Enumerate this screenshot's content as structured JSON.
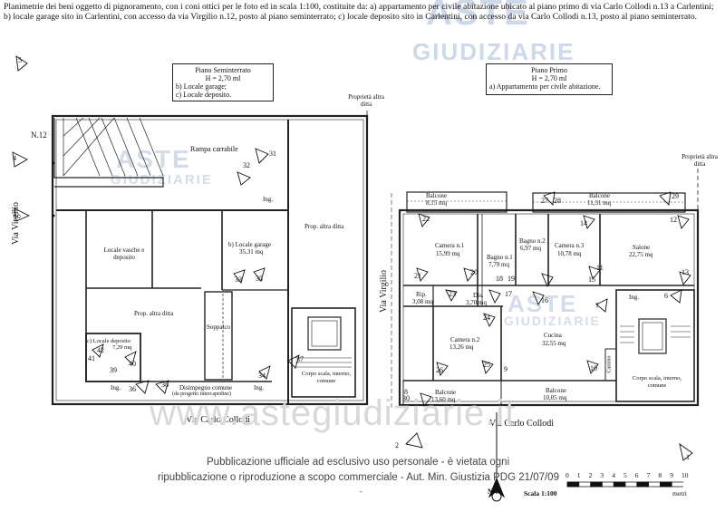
{
  "header": {
    "text": "Planimetrie dei beni oggetto di pignoramento, con i coni ottici per le foto ed in scala 1:100, costituite da: a) appartamento per civile abitazione ubicato al piano primo di via Carlo Collodi n.13 a Carlentini; b) locale garage sito in Carlentini, con accesso da via Virgilio n.12, posto al piano seminterrato; c) locale deposito sito in Carlentini, con accesso da via Carlo Collodi n.13, posto al piano seminterrato."
  },
  "watermark": {
    "aste_top": "ASTE",
    "giudiziarie_top": "GIUDIZIARIE",
    "aste_left": "ASTE",
    "giudiziarie_left": "GIUDIZIARIE",
    "aste_mid": "ASTE",
    "giudiziarie_mid": "GIUDIZIARIE",
    "site": "www.astegiudiziarie.it"
  },
  "footer": {
    "line1": "Pubblicazione ufficiale ad esclusivo uso personale - è vietata ogni",
    "line2": "ripubblicazione o riproduzione a scopo commerciale - Aut. Min. Giustizia PDG 21/07/09",
    "dash": "-"
  },
  "semi": {
    "title": "Piano Seminterrato",
    "height": "H = 2,70 ml",
    "item_b": "b) Locale garage;",
    "item_c": "c) Locale deposito.",
    "ramp": "Rampa carrabile",
    "garage_label": "b) Locale garage",
    "garage_area": "35,31 mq",
    "vasche": "Locale vasche e deposito",
    "prop_altra": "Prop. altra ditta",
    "prop_altra_right": "Prop. altra ditta",
    "soppalco": "Soppalco",
    "deposito_label": "c) Locale deposito",
    "deposito_area": "7,29 mq",
    "disimpegno": "Disimpegno comune",
    "disimpegno_sub": "(da progetto intercapedine)",
    "corpo_scala": "Corpo scala, interno, comune",
    "ing1": "Ing.",
    "ing2": "Ing.",
    "ing3": "Ing.",
    "n12": "N.12",
    "via_virgilio": "Via Virgilio",
    "via_collodi": "Via Carlo Collodi",
    "proprieta": "Proprietà altra ditta"
  },
  "primo": {
    "title": "Piano Primo",
    "height": "H = 2,70 ml",
    "item_a": "a) Appartamento per civile abitazione.",
    "proprieta": "Proprietà altra ditta",
    "balcone_tl": "Balcone",
    "balcone_tl_area": "8,15 mq",
    "balcone_tr": "Balcone",
    "balcone_tr_area": "11,31 mq",
    "camera1": "Camera n.1",
    "camera1_area": "15,99 mq",
    "bagno1": "Bagno n.1",
    "bagno1_area": "7,79 mq",
    "bagno2": "Bagno n.2",
    "bagno2_area": "6,97 mq",
    "camera3": "Camera n.3",
    "camera3_area": "10,78 mq",
    "salone": "Salone",
    "salone_area": "22,75 mq",
    "rip": "Rip.",
    "rip_area": "3,08 mq",
    "dis": "Dis.",
    "dis_area": "3,70 mq",
    "camera2": "Camera n.2",
    "camera2_area": "13,26 mq",
    "cucina": "Cucina",
    "cucina_area": "32,55 mq",
    "camino": "Camino",
    "ing": "Ing.",
    "corpo_scala": "Corpo scala, interno, comune",
    "balcone_bl": "Balcone",
    "balcone_bl_area": "13,60 mq",
    "balcone_bm": "Balcone",
    "balcone_bm_area": "10,05 mq",
    "via_virgilio": "Via Virgilio",
    "via_collodi": "Via Carlo Collodi",
    "proprieta_right": "Proprietà altra ditta"
  },
  "photo_numbers": {
    "semi": [
      "1",
      "2",
      "3",
      "4",
      "5",
      "31",
      "32",
      "33",
      "34",
      "35",
      "36",
      "37",
      "38",
      "39",
      "40",
      "41",
      "42"
    ],
    "primo": [
      "6",
      "7",
      "8",
      "9",
      "10",
      "11",
      "12",
      "13",
      "14",
      "15",
      "16",
      "17",
      "18",
      "19",
      "20",
      "21",
      "22",
      "23",
      "24",
      "25",
      "26",
      "27",
      "28",
      "29",
      "30"
    ]
  },
  "scale": {
    "label": "Scala 1:100",
    "unit": "metri",
    "ticks": [
      "0",
      "1",
      "2",
      "3",
      "4",
      "5",
      "6",
      "7",
      "8",
      "9",
      "10"
    ]
  },
  "north": "N"
}
